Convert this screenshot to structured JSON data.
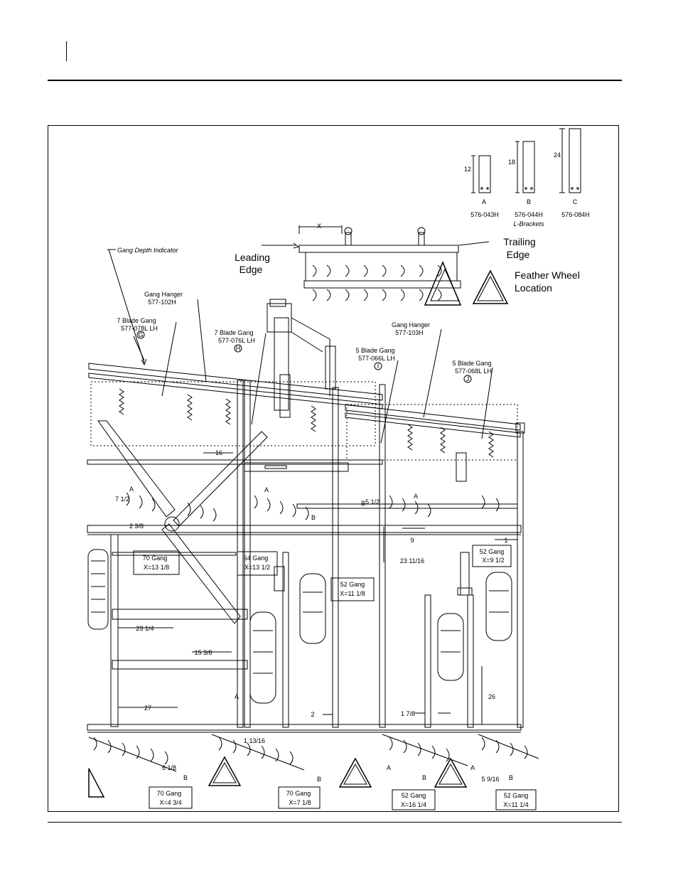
{
  "brackets": [
    {
      "letter": "A",
      "dimension": "12",
      "part": "576-043H"
    },
    {
      "letter": "B",
      "dimension": "18",
      "part": "576-044H"
    },
    {
      "letter": "C",
      "dimension": "24",
      "part": "576-084H"
    }
  ],
  "brackets_caption": "L-Brackets",
  "inset": {
    "x_label": "X",
    "leading_edge": [
      "Leading",
      "Edge"
    ],
    "trailing_edge": [
      "Trailing",
      "Edge"
    ],
    "feather_wheel": [
      "Feather Wheel",
      "Location"
    ]
  },
  "callouts": {
    "gang_depth_indicator": "Gang Depth Indicator",
    "gang_hanger_left": [
      "Gang Hanger",
      "577-102H"
    ],
    "gang_hanger_right": [
      "Gang Hanger",
      "577-103H"
    ],
    "blade7_g": [
      "7 Blade Gang",
      "577-078L LH",
      "G"
    ],
    "blade7_h": [
      "7 Blade Gang",
      "577-076L LH",
      "H"
    ],
    "blade5_i": [
      "5 Blade Gang",
      "577-066L LH",
      "I"
    ],
    "blade5_j": [
      "5 Blade Gang",
      "577-068L LH",
      "J"
    ]
  },
  "gang_boxes": [
    {
      "title": "70 Gang",
      "x": "X=13 1/8"
    },
    {
      "title": "64 Gang",
      "x": "X=13 1/2"
    },
    {
      "title": "52 Gang",
      "x": "X=11 1/8"
    },
    {
      "title": "52 Gang",
      "x": "X=9 1/2"
    },
    {
      "title": "70 Gang",
      "x": "X=4 3/4"
    },
    {
      "title": "70 Gang",
      "x": "X=7 1/8"
    },
    {
      "title": "52 Gang",
      "x": "X=16 1/4"
    },
    {
      "title": "52 Gang",
      "x": "X=11 1/4"
    }
  ],
  "dimensions": {
    "d16": "16",
    "d9": "9",
    "d1": "1",
    "d26": "26",
    "d27": "27",
    "d2": "2",
    "d23_1_4": "23 1/4",
    "d15_3_8": "15 3/8",
    "d23_11_16": "23 11/16",
    "d7_1_2": "7 1/2",
    "d2_3_8": "2 3/8",
    "d5_1_2": "5 1/2",
    "d6_1_8": "6 1/8",
    "d1_7_8": "1 7/8",
    "d1_13_16": "1 13/16",
    "d5_9_16": "5 9/16"
  },
  "letters": {
    "a": "A",
    "b": "B"
  }
}
